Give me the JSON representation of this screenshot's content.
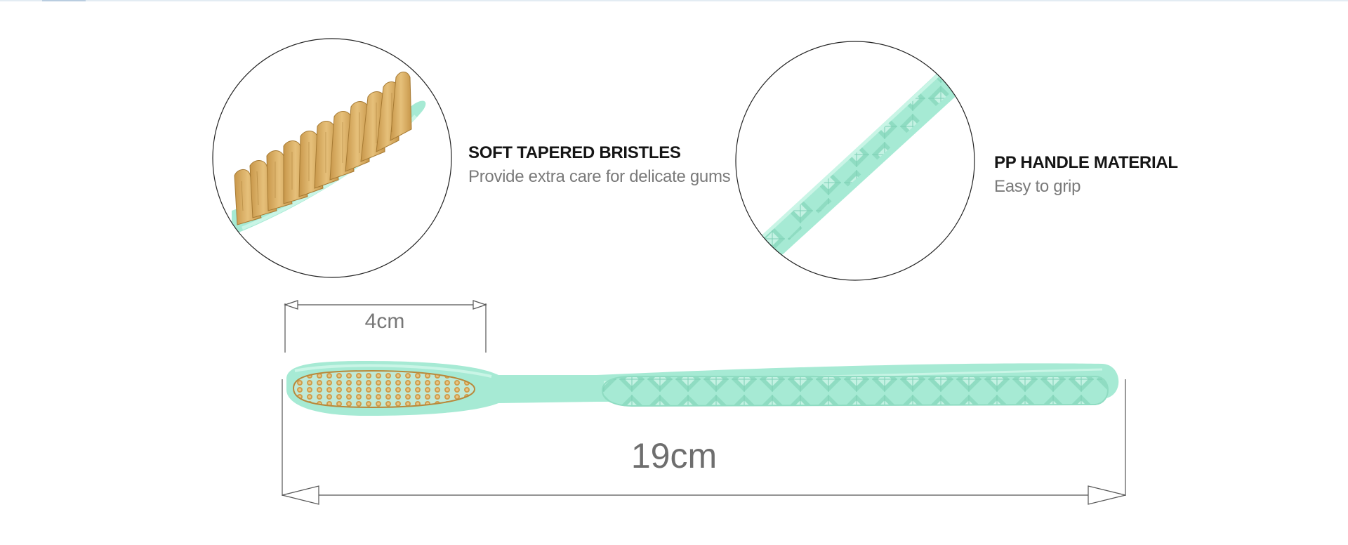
{
  "features": [
    {
      "title": "SOFT TAPERED BRISTLES",
      "description": "Provide extra care for delicate gums"
    },
    {
      "title": "PP HANDLE MATERIAL",
      "description": "Easy to grip"
    }
  ],
  "dimensions": {
    "head_length": "4cm",
    "total_length": "19cm"
  },
  "colors": {
    "handle": "#a6ead4",
    "handle_dark": "#86d8bd",
    "bristles": "#d9b063",
    "bristles_dark": "#b8893b",
    "line": "#555555"
  }
}
